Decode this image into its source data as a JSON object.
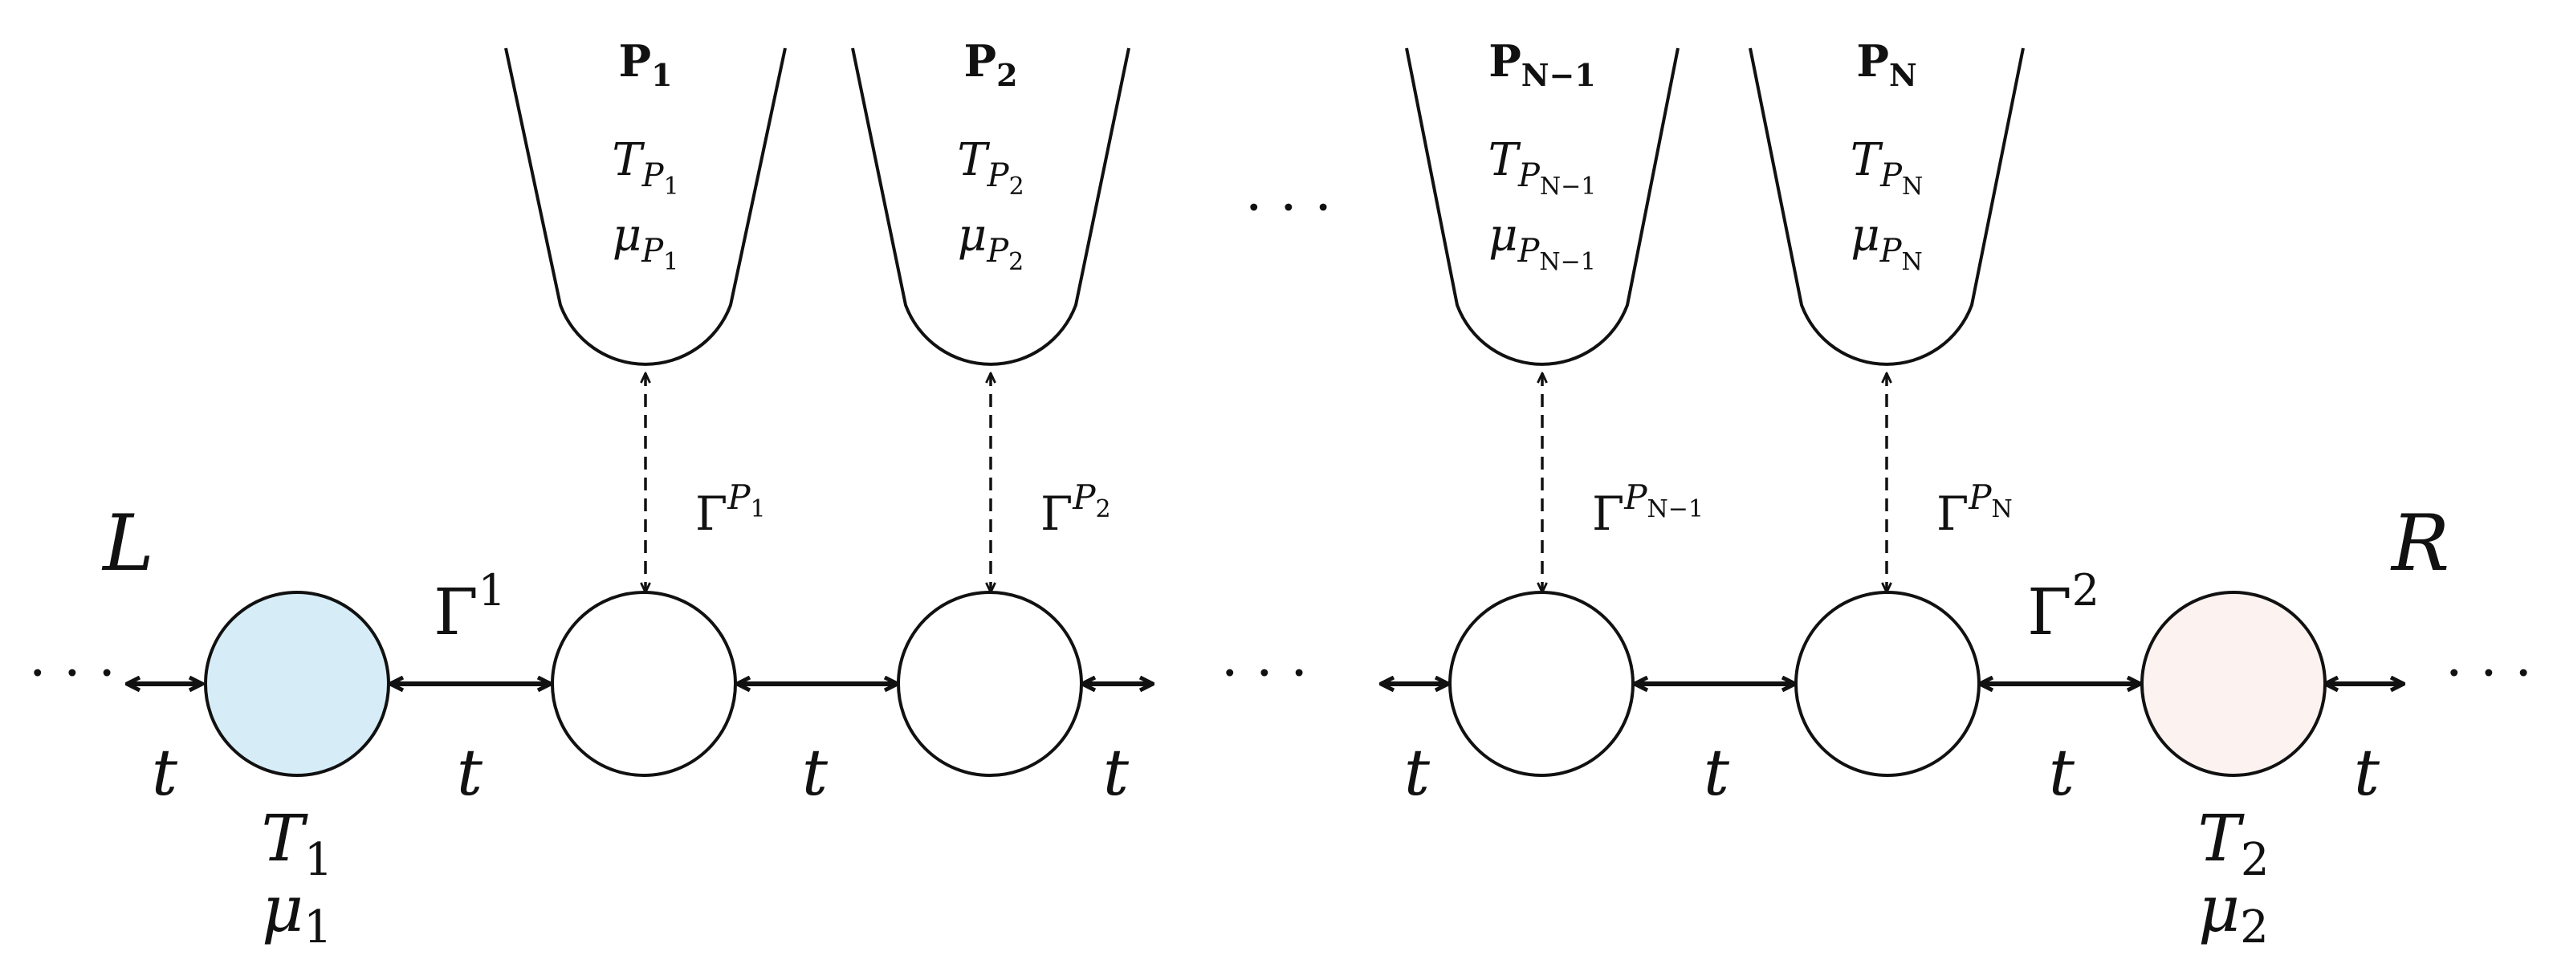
{
  "colors": {
    "stroke": "#111111",
    "site_left_fill": "#d6edf8",
    "site_right_fill": "#fcf3f1",
    "site_fill": "#ffffff"
  },
  "ellipsis": "· · ·",
  "reservoirs": {
    "left": {
      "label": "L",
      "temperature": "T",
      "temperature_sub": "1",
      "potential": "μ",
      "potential_sub": "1"
    },
    "right": {
      "label": "R",
      "temperature": "T",
      "temperature_sub": "2",
      "potential": "μ",
      "potential_sub": "2"
    }
  },
  "couplings": {
    "left": {
      "symbol": "Γ",
      "sup": "1"
    },
    "right": {
      "symbol": "Γ",
      "sup": "2"
    }
  },
  "hopping": "t",
  "probes": [
    {
      "name": "P",
      "name_sub": "1",
      "temp": "T",
      "temp_sub": "P",
      "temp_subsub": "1",
      "mu": "μ",
      "mu_sub": "P",
      "mu_subsub": "1",
      "coupling": "Γ",
      "coupling_sup": "P",
      "coupling_supsub": "1"
    },
    {
      "name": "P",
      "name_sub": "2",
      "temp": "T",
      "temp_sub": "P",
      "temp_subsub": "2",
      "mu": "μ",
      "mu_sub": "P",
      "mu_subsub": "2",
      "coupling": "Γ",
      "coupling_sup": "P",
      "coupling_supsub": "2"
    },
    {
      "name": "P",
      "name_sub": "N−1",
      "temp": "T",
      "temp_sub": "P",
      "temp_subsub": "N−1",
      "mu": "μ",
      "mu_sub": "P",
      "mu_subsub": "N−1",
      "coupling": "Γ",
      "coupling_sup": "P",
      "coupling_supsub": "N−1"
    },
    {
      "name": "P",
      "name_sub": "N",
      "temp": "T",
      "temp_sub": "P",
      "temp_subsub": "N",
      "mu": "μ",
      "mu_sub": "P",
      "mu_subsub": "N",
      "coupling": "Γ",
      "coupling_sup": "P",
      "coupling_supsub": "N"
    }
  ]
}
